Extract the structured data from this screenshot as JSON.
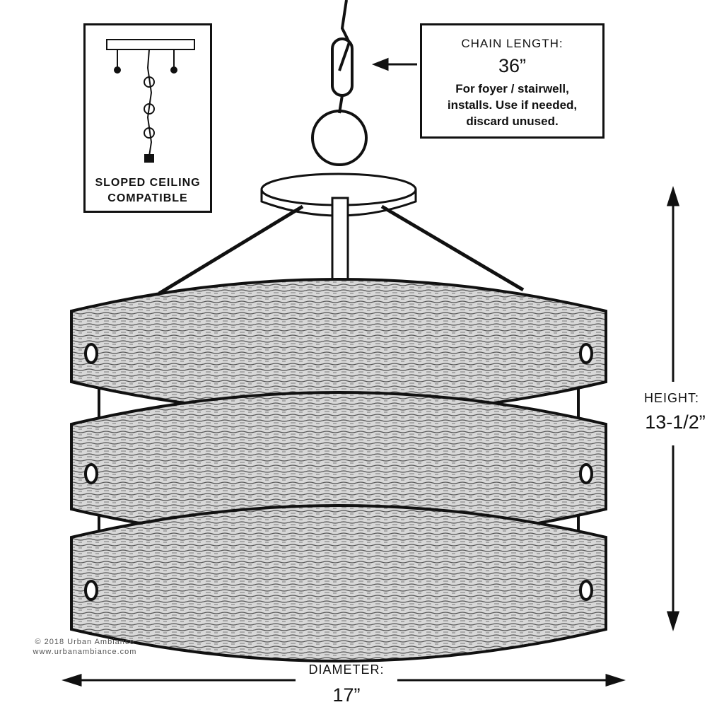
{
  "chain_callout": {
    "heading": "CHAIN LENGTH:",
    "value": "36”",
    "line1": "For foyer / stairwell,",
    "line2": "installs.  Use if needed,",
    "line3": "discard unused."
  },
  "sloped_callout": {
    "line1": "SLOPED CEILING",
    "line2": "COMPATIBLE"
  },
  "height": {
    "label": "HEIGHT:",
    "value": "13-1/2”"
  },
  "diameter": {
    "label": "DIAMETER:",
    "value": "17”"
  },
  "copyright": {
    "line1": "© 2018 Urban Ambiance",
    "line2": "www.urbanambiance.com"
  },
  "colors": {
    "ink": "#111111",
    "wood": "#c9c9c9"
  }
}
